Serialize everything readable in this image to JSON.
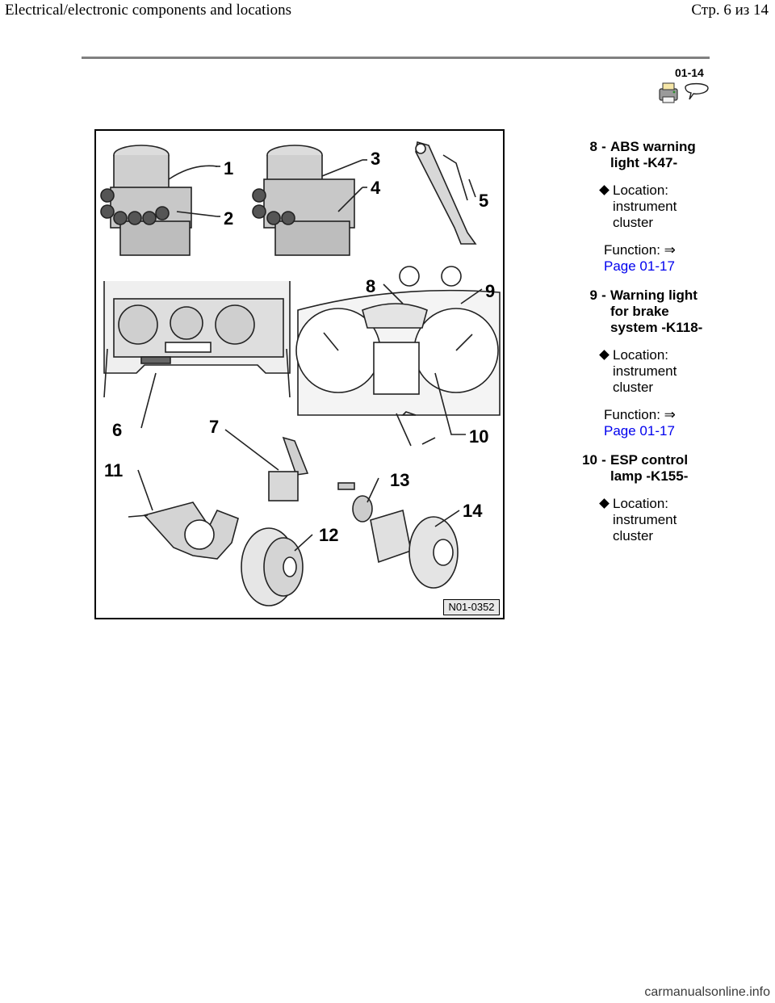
{
  "header": {
    "left_title": "Electrical/electronic components and locations",
    "right_title": "Стр. 6 из 14"
  },
  "page_number": "01-14",
  "icons": [
    "printer-icon",
    "speech-bubble-icon"
  ],
  "figure": {
    "code": "N01-0352",
    "callouts": [
      "1",
      "2",
      "3",
      "4",
      "5",
      "6",
      "7",
      "8",
      "9",
      "10",
      "11",
      "12",
      "13",
      "14"
    ]
  },
  "legend": {
    "items": [
      {
        "number": "8",
        "title": "ABS warning light -K47-",
        "location_label": "Location: instrument cluster",
        "function_label": "Function: ⇒",
        "function_link": "Page 01-17"
      },
      {
        "number": "9",
        "title": "Warning light for brake system -K118-",
        "location_label": "Location: instrument cluster",
        "function_label": "Function: ⇒",
        "function_link": "Page 01-17"
      },
      {
        "number": "10",
        "title": "ESP control lamp -K155-",
        "location_label": "Location: instrument cluster"
      }
    ]
  },
  "footer": "carmanualsonline.info"
}
